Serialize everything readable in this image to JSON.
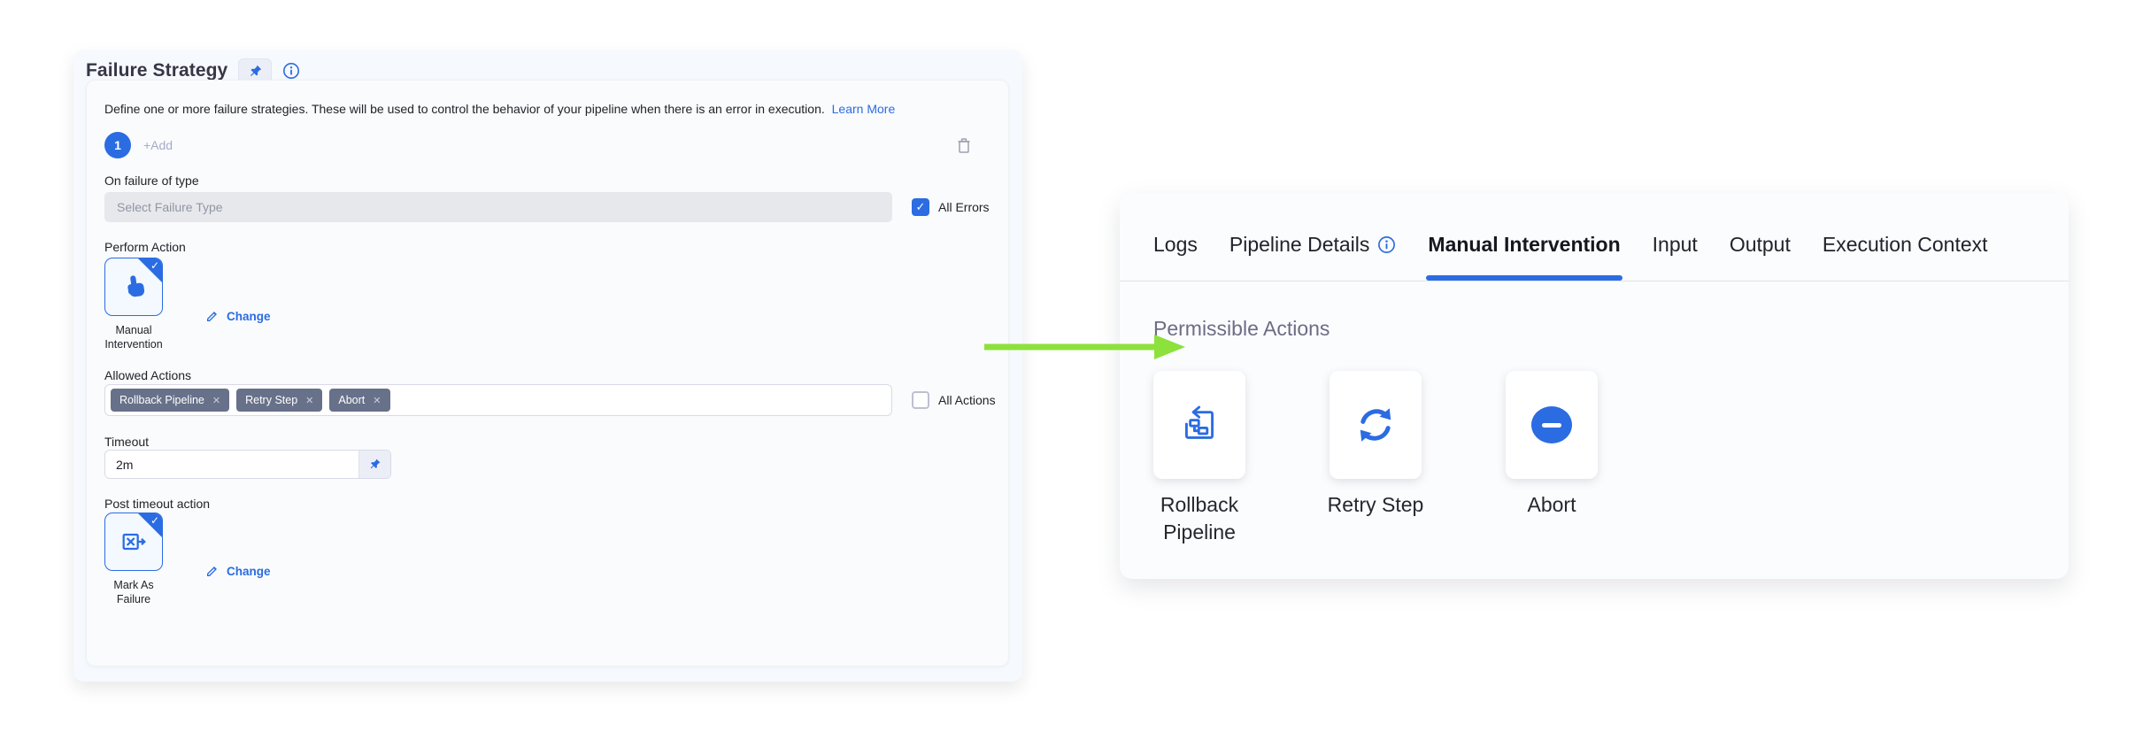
{
  "colors": {
    "primary_blue": "#2b6ce2",
    "link_blue": "#2b6ce2",
    "tag_bg": "#68718a",
    "arrow_green": "#8de13c",
    "left_panel_bg": "#f6f9fd",
    "muted_heading": "#6b6d85"
  },
  "left_panel": {
    "title": "Failure Strategy",
    "description": "Define one or more failure strategies. These will be used to control the behavior of your pipeline when there is an error in execution.",
    "learn_more_label": "Learn More",
    "step_badge": "1",
    "add_label": "+Add",
    "on_failure_type": {
      "label": "On failure of type",
      "placeholder": "Select Failure Type",
      "all_errors_label": "All Errors",
      "all_errors_checked": true
    },
    "perform_action": {
      "label": "Perform Action",
      "selected": "Manual Intervention",
      "change_label": "Change"
    },
    "allowed_actions": {
      "label": "Allowed Actions",
      "tags": [
        "Rollback Pipeline",
        "Retry Step",
        "Abort"
      ],
      "remove_tag_glyph": "✕",
      "all_actions_label": "All Actions",
      "all_actions_checked": false
    },
    "timeout": {
      "label": "Timeout",
      "value": "2m"
    },
    "post_timeout_action": {
      "label": "Post timeout action",
      "selected": "Mark As Failure",
      "change_label": "Change"
    },
    "icons": [
      "pushpin-icon",
      "info-icon",
      "trash-icon",
      "hand-tap-icon",
      "pencil-icon",
      "mark-failure-icon"
    ]
  },
  "right_panel": {
    "tabs": [
      {
        "label": "Logs",
        "active": false
      },
      {
        "label": "Pipeline Details",
        "active": false,
        "info_icon": true
      },
      {
        "label": "Manual Intervention",
        "active": true
      },
      {
        "label": "Input",
        "active": false
      },
      {
        "label": "Output",
        "active": false
      },
      {
        "label": "Execution Context",
        "active": false
      }
    ],
    "section_title": "Permissible Actions",
    "actions": [
      {
        "label": "Rollback Pipeline",
        "icon": "rollback-pipeline-icon"
      },
      {
        "label": "Retry Step",
        "icon": "retry-icon"
      },
      {
        "label": "Abort",
        "icon": "abort-icon"
      }
    ]
  }
}
